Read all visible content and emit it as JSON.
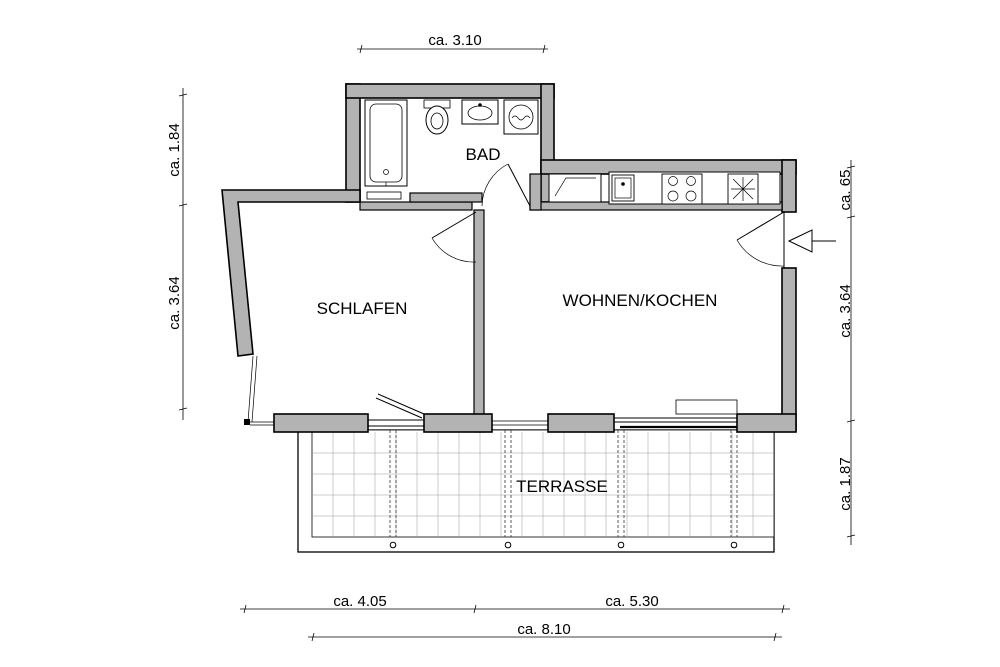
{
  "rooms": {
    "bad": "BAD",
    "schlafen": "SCHLAFEN",
    "wohnen": "WOHNEN/KOCHEN",
    "terrasse": "TERRASSE"
  },
  "dimensions": {
    "top_width": "ca. 3.10",
    "left_upper": "ca. 1.84",
    "left_lower": "ca. 3.64",
    "right_top": "ca. 65",
    "right_middle": "ca. 3.64",
    "right_bottom": "ca. 1.87",
    "bottom_left": "ca. 4.05",
    "bottom_right": "ca. 5.30",
    "bottom_total": "ca. 8.10"
  },
  "icons": [
    "bathtub-icon",
    "toilet-icon",
    "washbasin-icon",
    "washing-machine-icon",
    "sink-icon",
    "stove-icon",
    "fridge-icon",
    "entrance-arrow-icon"
  ]
}
